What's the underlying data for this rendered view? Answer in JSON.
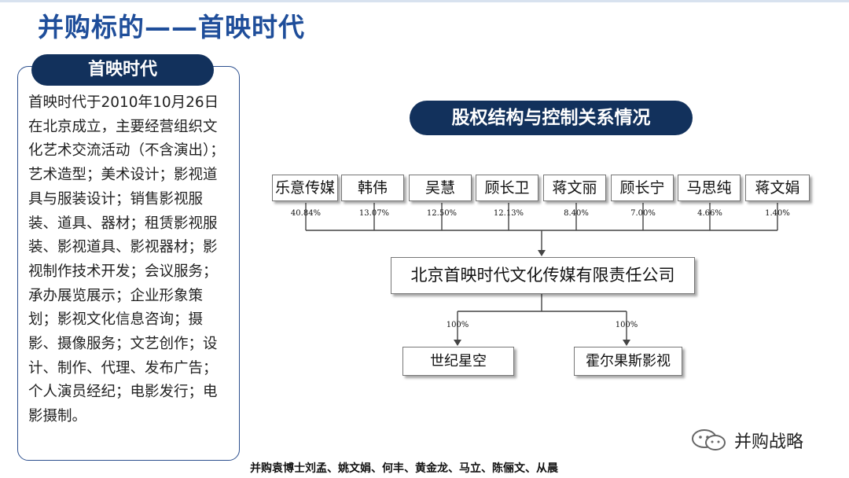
{
  "title": "并购标的——首映时代",
  "sidebar": {
    "tag": "首映时代",
    "body": "首映时代于2010年10月26日在北京成立，主要经营组织文化艺术交流活动（不含演出）；艺术造型；美术设计；影视道具与服装设计；销售影视服装、道具、器材；租赁影视服装、影视道具、影视器材；影视制作技术开发；会议服务；承办展览展示；企业形象策划；影视文化信息咨询；摄影、摄像服务；文艺创作；设计、制作、代理、发布广告；个人演员经纪；电影发行；电影摄制。"
  },
  "chart": {
    "tag": "股权结构与控制关系情况",
    "shareholders": [
      {
        "name": "乐意传媒",
        "pct": "40.84%"
      },
      {
        "name": "韩伟",
        "pct": "13.07%"
      },
      {
        "name": "吴慧",
        "pct": "12.50%"
      },
      {
        "name": "顾长卫",
        "pct": "12.13%"
      },
      {
        "name": "蒋文丽",
        "pct": "8.40%"
      },
      {
        "name": "顾长宁",
        "pct": "7.00%"
      },
      {
        "name": "马思纯",
        "pct": "4.66%"
      },
      {
        "name": "蒋文娟",
        "pct": "1.40%"
      }
    ],
    "company": "北京首映时代文化传媒有限责任公司",
    "subsidiaries": [
      {
        "name": "世纪星空",
        "pct": "100%"
      },
      {
        "name": "霍尔果斯影视",
        "pct": "100%"
      }
    ]
  },
  "watermark": {
    "text": "并购战略",
    "icon": "wechat-icon"
  },
  "footer": "并购袁博士刘孟、姚文娟、何丰、黄金龙、马立、陈俪文、从晨"
}
